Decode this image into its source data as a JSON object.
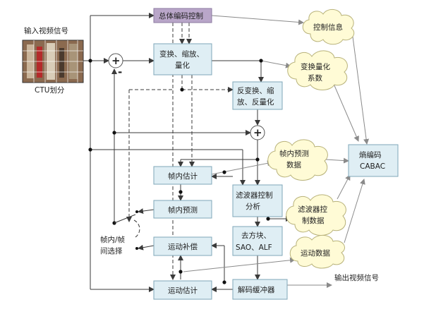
{
  "diagram": {
    "input_label": "输入视频信号",
    "ctu_label": "CTU划分",
    "top_control": "总体编码控制",
    "transform_box": [
      "变换、缩放、",
      "量化"
    ],
    "inverse_box": [
      "反变换、缩",
      "放、反量化"
    ],
    "intra_est": "帧内估计",
    "intra_pred": "帧内预测",
    "motion_comp": "运动补偿",
    "motion_est": "运动估计",
    "filter_ctrl": [
      "滤波器控制",
      "分析"
    ],
    "deblock": [
      "去方块、",
      "SAO、ALF"
    ],
    "decoded_buffer": "解码缓冲器",
    "selector": [
      "帧内/帧",
      "间选择"
    ],
    "output_label": "输出视频信号",
    "entropy": [
      "熵编码",
      "CABAC"
    ],
    "clouds": {
      "control": "控制信息",
      "transform": [
        "变换量化",
        "系数"
      ],
      "intra_data": [
        "帧内预测",
        "数据"
      ],
      "filter_data": [
        "滤波器控",
        "制数据"
      ],
      "motion_data": "运动数据"
    },
    "plus": "+",
    "minus": "-"
  },
  "colors": {
    "box_fill": "#dfeef4",
    "top_box_fill": "#b9a6c9",
    "cloud_fill": "#fffbd6",
    "line": "#3a3a3a"
  }
}
